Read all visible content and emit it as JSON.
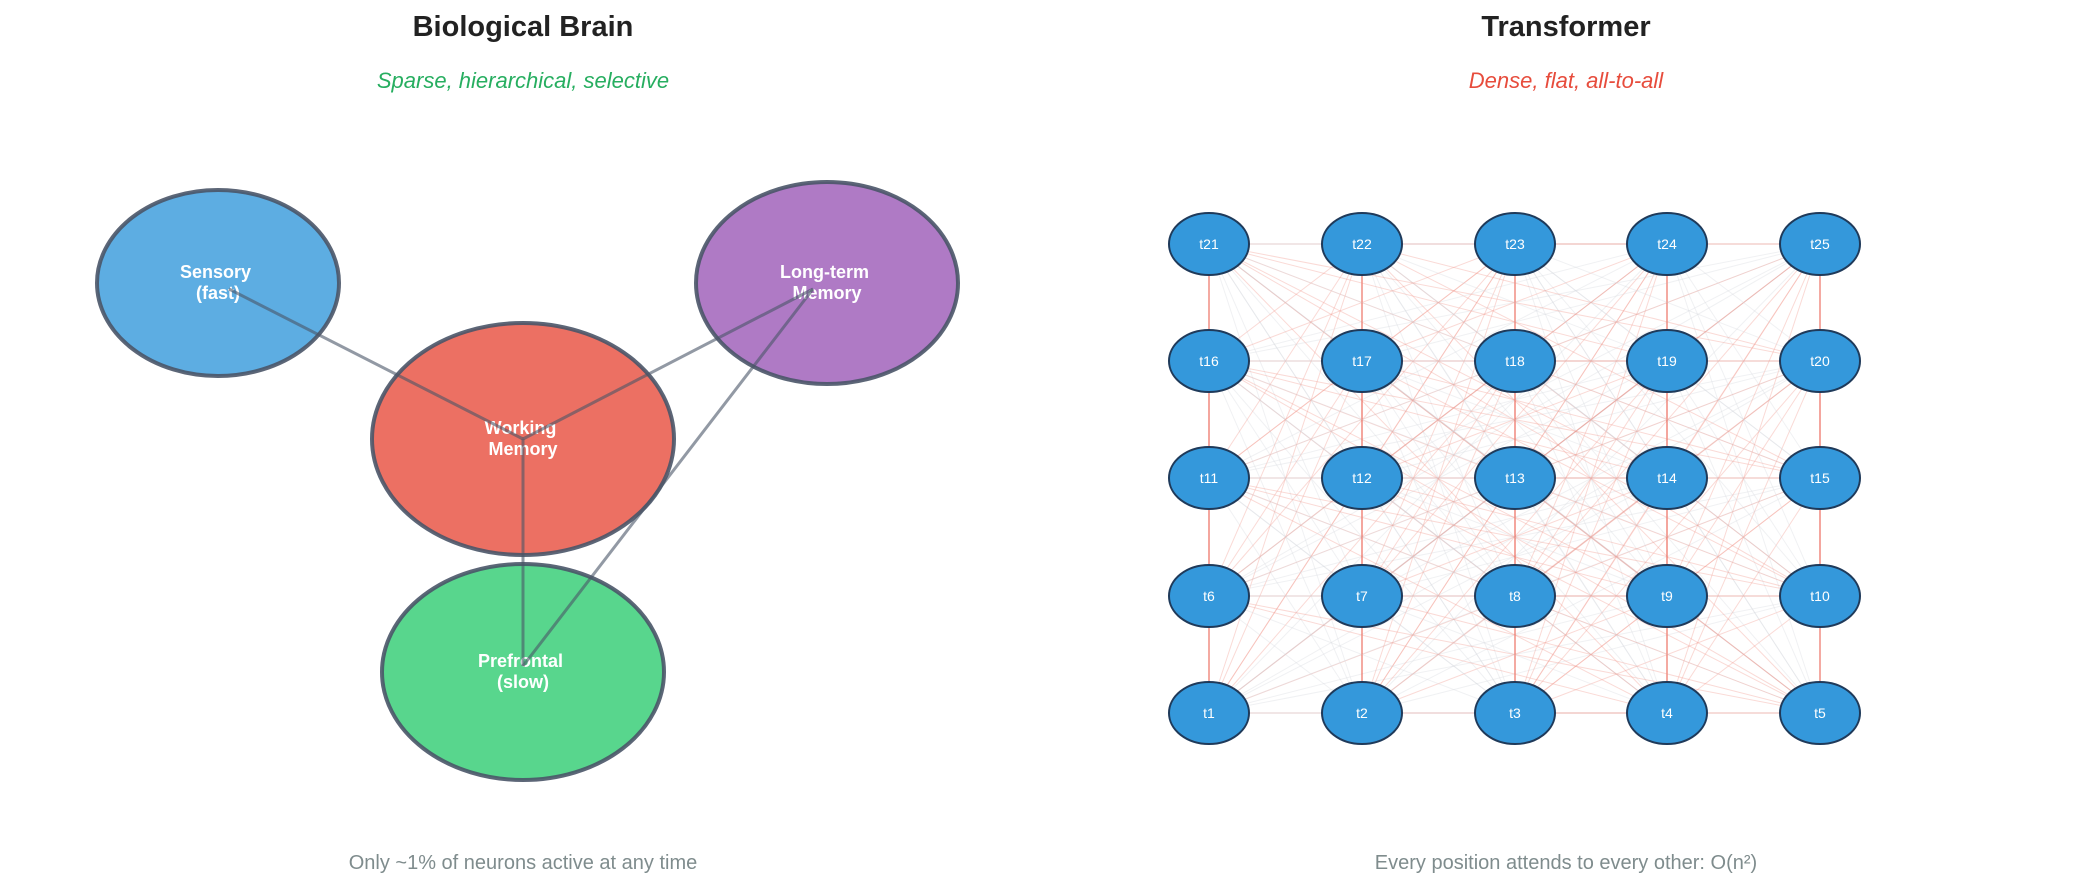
{
  "left_panel": {
    "title": "Biological Brain",
    "subtitle": "Sparse, hierarchical, selective",
    "subtitle_color": "#27ae60",
    "caption": "Only ~1% of neurons active at any time",
    "regions": [
      {
        "id": "sensory",
        "lines": [
          "Sensory",
          "(fast)"
        ],
        "color": "#5dade2"
      },
      {
        "id": "working",
        "lines": [
          "Working",
          "Memory"
        ],
        "color": "#ec7063"
      },
      {
        "id": "longterm",
        "lines": [
          "Long-term",
          "Memory"
        ],
        "color": "#af7ac5"
      },
      {
        "id": "prefrontal",
        "lines": [
          "Prefrontal",
          "(slow)"
        ],
        "color": "#58d68d"
      }
    ],
    "connections": [
      [
        "sensory",
        "working"
      ],
      [
        "longterm",
        "working"
      ],
      [
        "working",
        "prefrontal"
      ],
      [
        "longterm",
        "prefrontal"
      ]
    ]
  },
  "right_panel": {
    "title": "Transformer",
    "subtitle": "Dense, flat, all-to-all",
    "subtitle_color": "#e74c3c",
    "caption": "Every position attends to every other: O(n²)",
    "token_color": "#3498db",
    "edge_color": "#e74c3c",
    "tokens": [
      "t1",
      "t2",
      "t3",
      "t4",
      "t5",
      "t6",
      "t7",
      "t8",
      "t9",
      "t10",
      "t11",
      "t12",
      "t13",
      "t14",
      "t15",
      "t16",
      "t17",
      "t18",
      "t19",
      "t20",
      "t21",
      "t22",
      "t23",
      "t24",
      "t25"
    ]
  }
}
